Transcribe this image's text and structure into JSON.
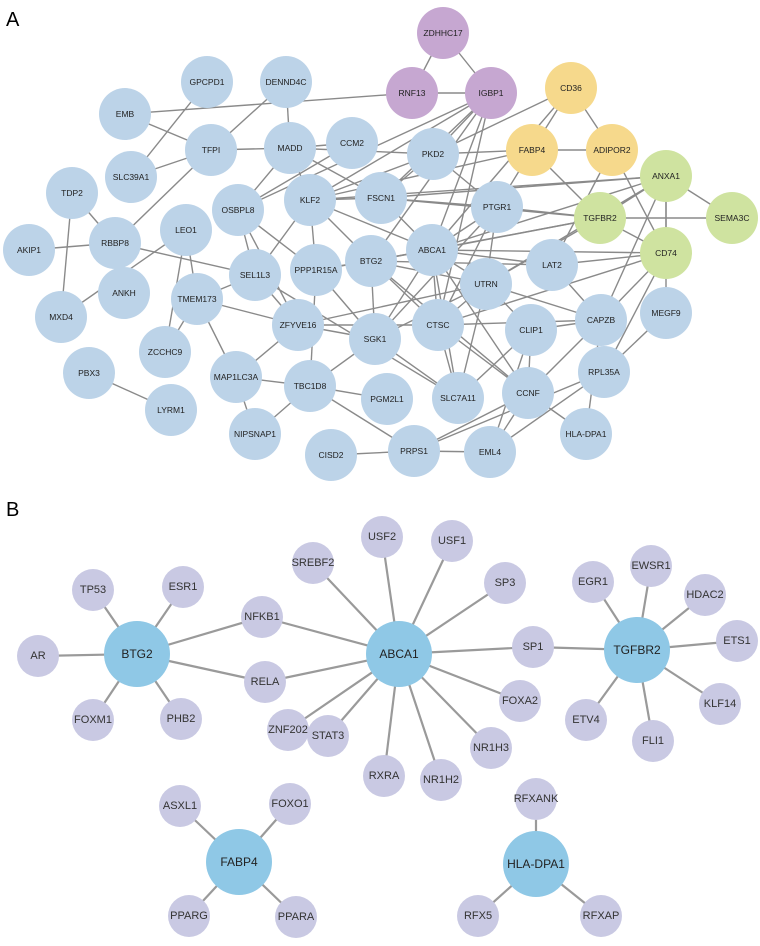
{
  "panels": {
    "a": {
      "letter": "A"
    },
    "b": {
      "letter": "B"
    }
  },
  "colors": {
    "default": "#bcd3e8",
    "purple": "#c6a7d1",
    "yellow": "#f6d98c",
    "green": "#cfe3a0",
    "b_hub": "#8fc8e6",
    "b_leaf": "#c9c9e3"
  },
  "network_a": {
    "nodes": [
      {
        "id": "ZDHHC17",
        "group": "purple"
      },
      {
        "id": "RNF13",
        "group": "purple"
      },
      {
        "id": "IGBP1",
        "group": "purple"
      },
      {
        "id": "CD36",
        "group": "yellow"
      },
      {
        "id": "FABP4",
        "group": "yellow"
      },
      {
        "id": "ADIPOR2",
        "group": "yellow"
      },
      {
        "id": "ANXA1",
        "group": "green"
      },
      {
        "id": "TGFBR2",
        "group": "green"
      },
      {
        "id": "SEMA3C",
        "group": "green"
      },
      {
        "id": "CD74",
        "group": "green"
      },
      {
        "id": "GPCPD1",
        "group": "default"
      },
      {
        "id": "DENND4C",
        "group": "default"
      },
      {
        "id": "EMB",
        "group": "default"
      },
      {
        "id": "TFPI",
        "group": "default"
      },
      {
        "id": "MADD",
        "group": "default"
      },
      {
        "id": "CCM2",
        "group": "default"
      },
      {
        "id": "PKD2",
        "group": "default"
      },
      {
        "id": "SLC39A1",
        "group": "default"
      },
      {
        "id": "TDP2",
        "group": "default"
      },
      {
        "id": "OSBPL8",
        "group": "default"
      },
      {
        "id": "KLF2",
        "group": "default"
      },
      {
        "id": "FSCN1",
        "group": "default"
      },
      {
        "id": "PTGR1",
        "group": "default"
      },
      {
        "id": "AKIP1",
        "group": "default"
      },
      {
        "id": "RBBP8",
        "group": "default"
      },
      {
        "id": "LEO1",
        "group": "default"
      },
      {
        "id": "ABCA1",
        "group": "default"
      },
      {
        "id": "SEL1L3",
        "group": "default"
      },
      {
        "id": "PPP1R15A",
        "group": "default"
      },
      {
        "id": "BTG2",
        "group": "default"
      },
      {
        "id": "LAT2",
        "group": "default"
      },
      {
        "id": "MXD4",
        "group": "default"
      },
      {
        "id": "ANKH",
        "group": "default"
      },
      {
        "id": "TMEM173",
        "group": "default"
      },
      {
        "id": "UTRN",
        "group": "default"
      },
      {
        "id": "CAPZB",
        "group": "default"
      },
      {
        "id": "MEGF9",
        "group": "default"
      },
      {
        "id": "ZFYVE16",
        "group": "default"
      },
      {
        "id": "ZCCHC9",
        "group": "default"
      },
      {
        "id": "CTSC",
        "group": "default"
      },
      {
        "id": "SGK1",
        "group": "default"
      },
      {
        "id": "CLIP1",
        "group": "default"
      },
      {
        "id": "PBX3",
        "group": "default"
      },
      {
        "id": "MAP1LC3A",
        "group": "default"
      },
      {
        "id": "TBC1D8",
        "group": "default"
      },
      {
        "id": "PGM2L1",
        "group": "default"
      },
      {
        "id": "SLC7A11",
        "group": "default"
      },
      {
        "id": "CCNF",
        "group": "default"
      },
      {
        "id": "RPL35A",
        "group": "default"
      },
      {
        "id": "LYRM1",
        "group": "default"
      },
      {
        "id": "NIPSNAP1",
        "group": "default"
      },
      {
        "id": "HLA-DPA1",
        "group": "default"
      },
      {
        "id": "CISD2",
        "group": "default"
      },
      {
        "id": "PRPS1",
        "group": "default"
      },
      {
        "id": "EML4",
        "group": "default"
      }
    ],
    "edges": [
      [
        "ZDHHC17",
        "RNF13"
      ],
      [
        "ZDHHC17",
        "IGBP1"
      ],
      [
        "RNF13",
        "IGBP1"
      ],
      [
        "RNF13",
        "EMB"
      ],
      [
        "IGBP1",
        "PKD2"
      ],
      [
        "IGBP1",
        "KLF2"
      ],
      [
        "IGBP1",
        "FSCN1"
      ],
      [
        "IGBP1",
        "ABCA1"
      ],
      [
        "IGBP1",
        "BTG2"
      ],
      [
        "IGBP1",
        "OSBPL8"
      ],
      [
        "IGBP1",
        "CTSC"
      ],
      [
        "CD36",
        "FABP4"
      ],
      [
        "CD36",
        "ADIPOR2"
      ],
      [
        "CD36",
        "PKD2"
      ],
      [
        "CD36",
        "ABCA1"
      ],
      [
        "FABP4",
        "ADIPOR2"
      ],
      [
        "FABP4",
        "PKD2"
      ],
      [
        "FABP4",
        "PTGR1"
      ],
      [
        "FABP4",
        "KLF2"
      ],
      [
        "FABP4",
        "TGFBR2"
      ],
      [
        "ADIPOR2",
        "CD74"
      ],
      [
        "ADIPOR2",
        "LAT2"
      ],
      [
        "ANXA1",
        "TGFBR2"
      ],
      [
        "ANXA1",
        "SEMA3C"
      ],
      [
        "ANXA1",
        "CD74"
      ],
      [
        "ANXA1",
        "KLF2"
      ],
      [
        "ANXA1",
        "FSCN1"
      ],
      [
        "ANXA1",
        "ABCA1"
      ],
      [
        "ANXA1",
        "UTRN"
      ],
      [
        "ANXA1",
        "MEGF9"
      ],
      [
        "ANXA1",
        "CAPZB"
      ],
      [
        "TGFBR2",
        "SEMA3C"
      ],
      [
        "TGFBR2",
        "CD74"
      ],
      [
        "TGFBR2",
        "PTGR1"
      ],
      [
        "TGFBR2",
        "ABCA1"
      ],
      [
        "TGFBR2",
        "FSCN1"
      ],
      [
        "TGFBR2",
        "BTG2"
      ],
      [
        "TGFBR2",
        "UTRN"
      ],
      [
        "CD74",
        "LAT2"
      ],
      [
        "CD74",
        "CAPZB"
      ],
      [
        "CD74",
        "ABCA1"
      ],
      [
        "CD74",
        "CTSC"
      ],
      [
        "CD74",
        "RPL35A"
      ],
      [
        "GPCPD1",
        "SLC39A1"
      ],
      [
        "DENND4C",
        "MADD"
      ],
      [
        "DENND4C",
        "TFPI"
      ],
      [
        "EMB",
        "TFPI"
      ],
      [
        "TFPI",
        "MADD"
      ],
      [
        "TFPI",
        "SLC39A1"
      ],
      [
        "TFPI",
        "RBBP8"
      ],
      [
        "MADD",
        "CCM2"
      ],
      [
        "MADD",
        "PKD2"
      ],
      [
        "MADD",
        "KLF2"
      ],
      [
        "MADD",
        "OSBPL8"
      ],
      [
        "MADD",
        "FSCN1"
      ],
      [
        "CCM2",
        "OSBPL8"
      ],
      [
        "PKD2",
        "KLF2"
      ],
      [
        "PKD2",
        "PTGR1"
      ],
      [
        "PKD2",
        "FSCN1"
      ],
      [
        "TDP2",
        "RBBP8"
      ],
      [
        "TDP2",
        "MXD4"
      ],
      [
        "AKIP1",
        "RBBP8"
      ],
      [
        "RBBP8",
        "SEL1L3"
      ],
      [
        "OSBPL8",
        "SEL1L3"
      ],
      [
        "OSBPL8",
        "PPP1R15A"
      ],
      [
        "OSBPL8",
        "ZFYVE16"
      ],
      [
        "KLF2",
        "PPP1R15A"
      ],
      [
        "KLF2",
        "BTG2"
      ],
      [
        "KLF2",
        "ABCA1"
      ],
      [
        "KLF2",
        "FSCN1"
      ],
      [
        "KLF2",
        "SEL1L3"
      ],
      [
        "FSCN1",
        "PTGR1"
      ],
      [
        "FSCN1",
        "ABCA1"
      ],
      [
        "PTGR1",
        "ABCA1"
      ],
      [
        "PTGR1",
        "UTRN"
      ],
      [
        "PTGR1",
        "SGK1"
      ],
      [
        "PTGR1",
        "CTSC"
      ],
      [
        "LEO1",
        "MXD4"
      ],
      [
        "LEO1",
        "TMEM173"
      ],
      [
        "LEO1",
        "ZCCHC9"
      ],
      [
        "ABCA1",
        "BTG2"
      ],
      [
        "ABCA1",
        "LAT2"
      ],
      [
        "ABCA1",
        "UTRN"
      ],
      [
        "ABCA1",
        "CTSC"
      ],
      [
        "ABCA1",
        "PPP1R15A"
      ],
      [
        "ABCA1",
        "SGK1"
      ],
      [
        "ABCA1",
        "SLC7A11"
      ],
      [
        "ABCA1",
        "CCNF"
      ],
      [
        "SEL1L3",
        "TMEM173"
      ],
      [
        "SEL1L3",
        "ZFYVE16"
      ],
      [
        "SEL1L3",
        "SLC7A11"
      ],
      [
        "PPP1R15A",
        "BTG2"
      ],
      [
        "PPP1R15A",
        "SGK1"
      ],
      [
        "PPP1R15A",
        "TBC1D8"
      ],
      [
        "BTG2",
        "UTRN"
      ],
      [
        "BTG2",
        "CTSC"
      ],
      [
        "BTG2",
        "CCNF"
      ],
      [
        "BTG2",
        "SGK1"
      ],
      [
        "BTG2",
        "LAT2"
      ],
      [
        "LAT2",
        "CAPZB"
      ],
      [
        "TMEM173",
        "MAP1LC3A"
      ],
      [
        "TMEM173",
        "ZFYVE16"
      ],
      [
        "TMEM173",
        "ZCCHC9"
      ],
      [
        "UTRN",
        "CLIP1"
      ],
      [
        "UTRN",
        "CAPZB"
      ],
      [
        "UTRN",
        "SLC7A11"
      ],
      [
        "UTRN",
        "SGK1"
      ],
      [
        "UTRN",
        "CTSC"
      ],
      [
        "UTRN",
        "ZFYVE16"
      ],
      [
        "CAPZB",
        "CLIP1"
      ],
      [
        "CAPZB",
        "CTSC"
      ],
      [
        "CAPZB",
        "CCNF"
      ],
      [
        "CAPZB",
        "HLA-DPA1"
      ],
      [
        "MEGF9",
        "RPL35A"
      ],
      [
        "ZFYVE16",
        "CTSC"
      ],
      [
        "ZFYVE16",
        "SGK1"
      ],
      [
        "ZFYVE16",
        "MAP1LC3A"
      ],
      [
        "CTSC",
        "SLC7A11"
      ],
      [
        "CTSC",
        "CCNF"
      ],
      [
        "SGK1",
        "TBC1D8"
      ],
      [
        "SGK1",
        "SLC7A11"
      ],
      [
        "CLIP1",
        "CCNF"
      ],
      [
        "CLIP1",
        "SLC7A11"
      ],
      [
        "CLIP1",
        "EML4"
      ],
      [
        "PBX3",
        "LYRM1"
      ],
      [
        "MAP1LC3A",
        "TBC1D8"
      ],
      [
        "MAP1LC3A",
        "NIPSNAP1"
      ],
      [
        "TBC1D8",
        "PGM2L1"
      ],
      [
        "TBC1D8",
        "NIPSNAP1"
      ],
      [
        "TBC1D8",
        "PRPS1"
      ],
      [
        "CCNF",
        "EML4"
      ],
      [
        "CCNF",
        "HLA-DPA1"
      ],
      [
        "CCNF",
        "PRPS1"
      ],
      [
        "RPL35A",
        "EML4"
      ],
      [
        "RPL35A",
        "PRPS1"
      ],
      [
        "CISD2",
        "PRPS1"
      ],
      [
        "PRPS1",
        "EML4"
      ]
    ]
  },
  "network_b": {
    "hubs": [
      "BTG2",
      "ABCA1",
      "TGFBR2",
      "FABP4",
      "HLA-DPA1"
    ],
    "nodes": [
      "BTG2",
      "TP53",
      "ESR1",
      "AR",
      "FOXM1",
      "PHB2",
      "NFKB1",
      "RELA",
      "ABCA1",
      "SREBF2",
      "USF2",
      "USF1",
      "SP3",
      "SP1",
      "FOXA2",
      "NR1H3",
      "NR1H2",
      "RXRA",
      "STAT3",
      "ZNF202",
      "TGFBR2",
      "EGR1",
      "EWSR1",
      "HDAC2",
      "ETS1",
      "KLF14",
      "FLI1",
      "ETV4",
      "FABP4",
      "ASXL1",
      "FOXO1",
      "PPARG",
      "PPARA",
      "HLA-DPA1",
      "RFXANK",
      "RFX5",
      "RFXAP"
    ],
    "edges": [
      [
        "BTG2",
        "TP53"
      ],
      [
        "BTG2",
        "ESR1"
      ],
      [
        "BTG2",
        "AR"
      ],
      [
        "BTG2",
        "FOXM1"
      ],
      [
        "BTG2",
        "PHB2"
      ],
      [
        "BTG2",
        "NFKB1"
      ],
      [
        "BTG2",
        "RELA"
      ],
      [
        "ABCA1",
        "NFKB1"
      ],
      [
        "ABCA1",
        "RELA"
      ],
      [
        "ABCA1",
        "SREBF2"
      ],
      [
        "ABCA1",
        "USF2"
      ],
      [
        "ABCA1",
        "USF1"
      ],
      [
        "ABCA1",
        "SP3"
      ],
      [
        "ABCA1",
        "SP1"
      ],
      [
        "ABCA1",
        "FOXA2"
      ],
      [
        "ABCA1",
        "NR1H3"
      ],
      [
        "ABCA1",
        "NR1H2"
      ],
      [
        "ABCA1",
        "RXRA"
      ],
      [
        "ABCA1",
        "STAT3"
      ],
      [
        "ABCA1",
        "ZNF202"
      ],
      [
        "TGFBR2",
        "SP1"
      ],
      [
        "TGFBR2",
        "EGR1"
      ],
      [
        "TGFBR2",
        "EWSR1"
      ],
      [
        "TGFBR2",
        "HDAC2"
      ],
      [
        "TGFBR2",
        "ETS1"
      ],
      [
        "TGFBR2",
        "KLF14"
      ],
      [
        "TGFBR2",
        "FLI1"
      ],
      [
        "TGFBR2",
        "ETV4"
      ],
      [
        "FABP4",
        "ASXL1"
      ],
      [
        "FABP4",
        "FOXO1"
      ],
      [
        "FABP4",
        "PPARG"
      ],
      [
        "FABP4",
        "PPARA"
      ],
      [
        "HLA-DPA1",
        "RFXANK"
      ],
      [
        "HLA-DPA1",
        "RFX5"
      ],
      [
        "HLA-DPA1",
        "RFXAP"
      ]
    ]
  }
}
